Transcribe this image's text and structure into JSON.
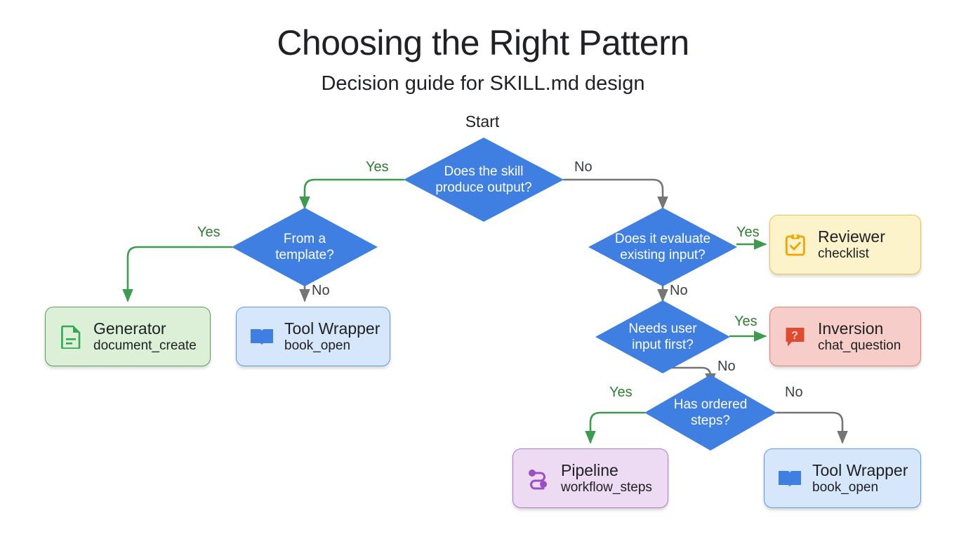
{
  "header": {
    "title": "Choosing the Right Pattern",
    "subtitle": "Decision guide for SKILL.md design"
  },
  "start_label": "Start",
  "colors": {
    "decision_fill": "#3f7fe2",
    "yes_edge": "#3c9b4f",
    "no_edge": "#757575",
    "generator_fill": "#dcf0d8",
    "toolwrapper_fill": "#d6e6fb",
    "reviewer_fill": "#fdf3ca",
    "inversion_fill": "#f6cdc8",
    "pipeline_fill": "#eddaf3"
  },
  "decisions": [
    {
      "id": "d1",
      "text": "Does the skill\nproduce output?"
    },
    {
      "id": "d2",
      "text": "From a\ntemplate?"
    },
    {
      "id": "d3",
      "text": "Does it evaluate\nexisting input?"
    },
    {
      "id": "d4",
      "text": "Needs user\ninput first?"
    },
    {
      "id": "d5",
      "text": "Has ordered\nsteps?"
    }
  ],
  "nodes": [
    {
      "id": "generator",
      "title": "Generator",
      "sub": "document_create",
      "icon": "document-create-icon"
    },
    {
      "id": "toolwrapper1",
      "title": "Tool Wrapper",
      "sub": "book_open",
      "icon": "book-open-icon"
    },
    {
      "id": "reviewer",
      "title": "Reviewer",
      "sub": "checklist",
      "icon": "checklist-icon"
    },
    {
      "id": "inversion",
      "title": "Inversion",
      "sub": "chat_question",
      "icon": "chat-question-icon"
    },
    {
      "id": "pipeline",
      "title": "Pipeline",
      "sub": "workflow_steps",
      "icon": "workflow-steps-icon"
    },
    {
      "id": "toolwrapper2",
      "title": "Tool Wrapper",
      "sub": "book_open",
      "icon": "book-open-icon"
    }
  ],
  "edge_labels": [
    {
      "id": "e1",
      "text": "Yes"
    },
    {
      "id": "e2",
      "text": "No"
    },
    {
      "id": "e3",
      "text": "Yes"
    },
    {
      "id": "e4",
      "text": "No"
    },
    {
      "id": "e5",
      "text": "Yes"
    },
    {
      "id": "e6",
      "text": "No"
    },
    {
      "id": "e7",
      "text": "Yes"
    },
    {
      "id": "e8",
      "text": "No"
    },
    {
      "id": "e9",
      "text": "Yes"
    },
    {
      "id": "e10",
      "text": "No"
    }
  ]
}
